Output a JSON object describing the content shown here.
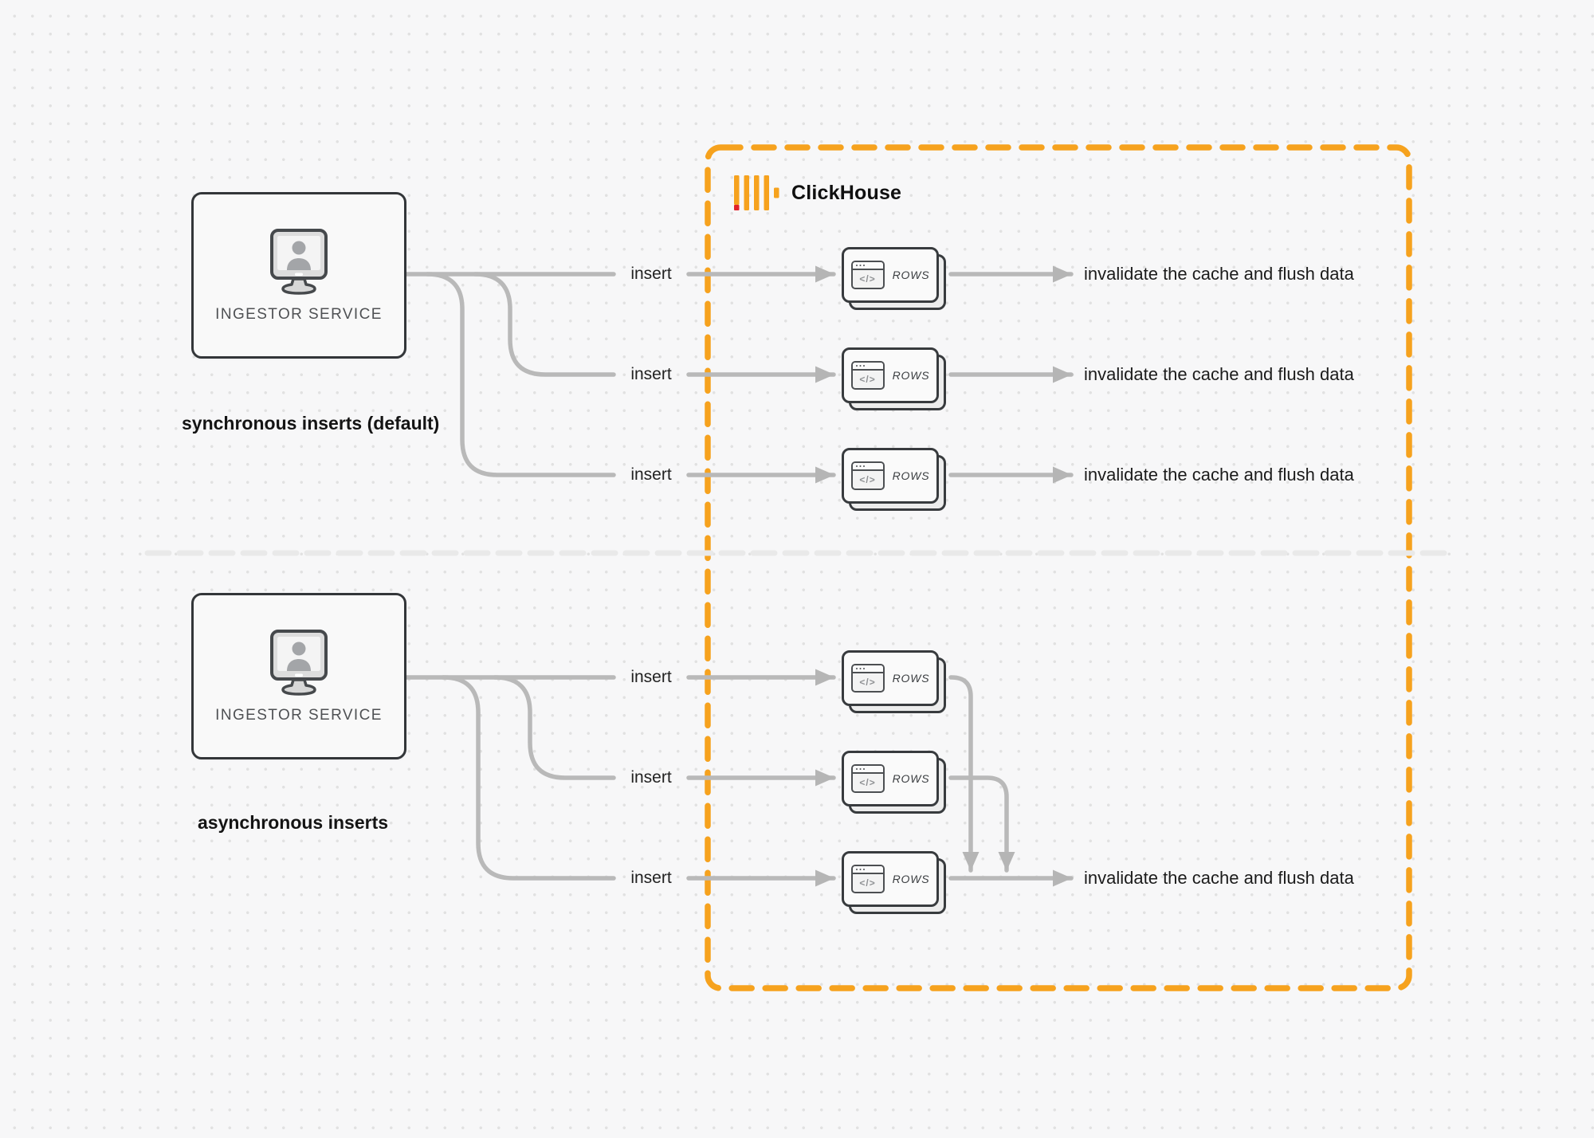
{
  "cluster": {
    "label": "ClickHouse",
    "logo_icon": "clickhouse-logo-icon"
  },
  "icons": {
    "code_glyph": "</>",
    "service_icon": "user-monitor-icon"
  },
  "colors": {
    "accent_orange": "#F6A21E",
    "logo_red": "#E12229",
    "connector_gray": "#b9b9b9",
    "divider_gray": "#e9e9e9",
    "node_border": "#383b3e"
  },
  "sections": {
    "sync": {
      "title": "synchronous inserts (default)",
      "service": {
        "label": "INGESTOR SERVICE"
      },
      "rows": [
        {
          "edge_label": "insert",
          "node_label": "ROWS",
          "result": "invalidate the cache and flush data"
        },
        {
          "edge_label": "insert",
          "node_label": "ROWS",
          "result": "invalidate the cache and flush data"
        },
        {
          "edge_label": "insert",
          "node_label": "ROWS",
          "result": "invalidate the cache and flush data"
        }
      ]
    },
    "async": {
      "title": "asynchronous inserts",
      "service": {
        "label": "INGESTOR SERVICE"
      },
      "rows": [
        {
          "edge_label": "insert",
          "node_label": "ROWS"
        },
        {
          "edge_label": "insert",
          "node_label": "ROWS"
        },
        {
          "edge_label": "insert",
          "node_label": "ROWS",
          "result": "invalidate the cache and flush data"
        }
      ]
    }
  }
}
